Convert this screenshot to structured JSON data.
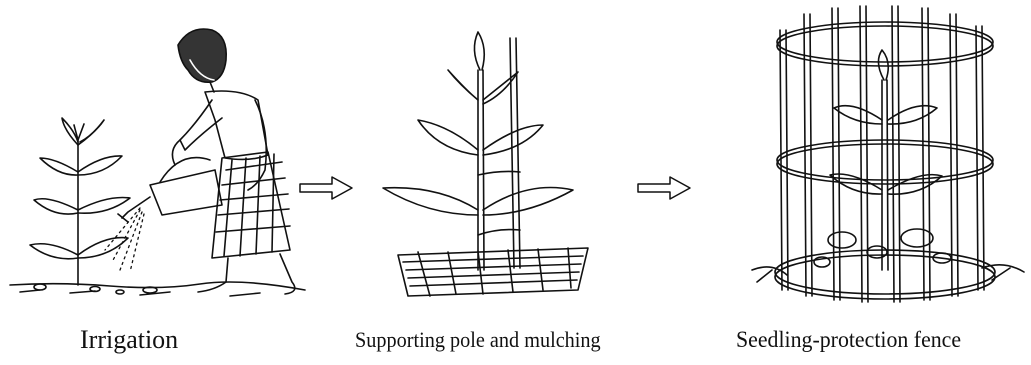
{
  "steps": [
    {
      "caption": "Irrigation",
      "icon": "watering-person-illustration"
    },
    {
      "caption": "Supporting pole and mulching",
      "icon": "staked-seedling-illustration"
    },
    {
      "caption": "Seedling-protection fence",
      "icon": "fenced-seedling-illustration"
    }
  ],
  "connectors": [
    {
      "icon": "right-arrow-icon"
    },
    {
      "icon": "right-arrow-icon"
    }
  ],
  "colors": {
    "ink": "#111111",
    "background": "#ffffff"
  }
}
